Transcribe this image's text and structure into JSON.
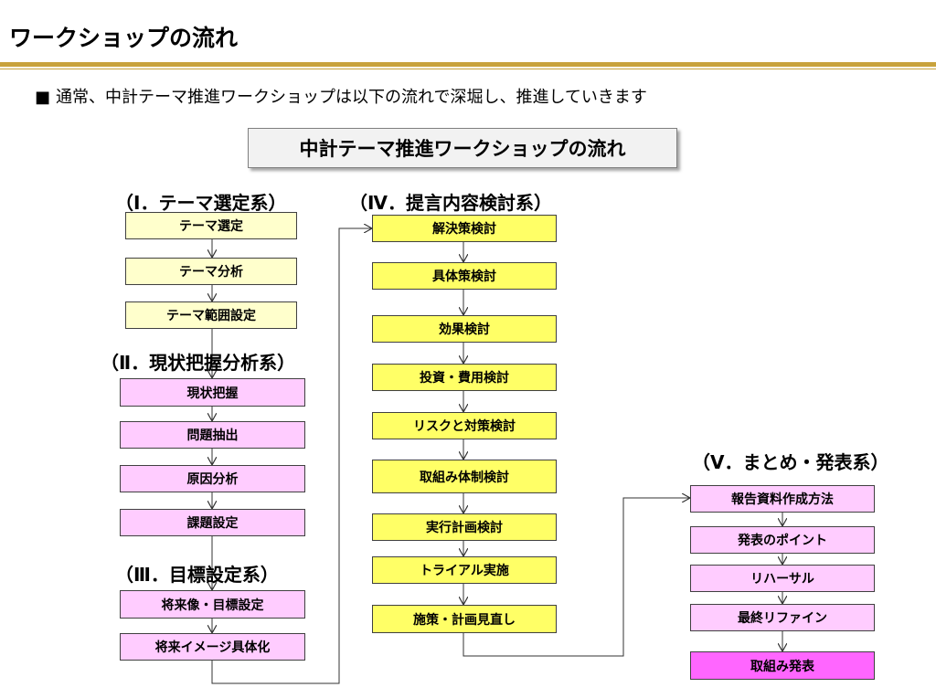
{
  "header": {
    "title": "ワークショップの流れ",
    "bullet": "■",
    "intro": "通常、中計テーマ推進ワークショップは以下の流れで深堀し、推進していきます"
  },
  "diagram": {
    "main_title": "中計テーマ推進ワークショップの流れ",
    "sections": [
      {
        "label": "（Ⅰ．テーマ選定系）",
        "steps": [
          "テーマ選定",
          "テーマ分析",
          "テーマ範囲設定"
        ]
      },
      {
        "label": "（Ⅱ．現状把握分析系）",
        "steps": [
          "現状把握",
          "問題抽出",
          "原因分析",
          "課題設定"
        ]
      },
      {
        "label": "（Ⅲ．目標設定系）",
        "steps": [
          "将来像・目標設定",
          "将来イメージ具体化"
        ]
      },
      {
        "label": "（Ⅳ．提言内容検討系）",
        "steps": [
          "解決策検討",
          "具体策検討",
          "効果検討",
          "投資・費用検討",
          "リスクと対策検討",
          "取組み体制検討",
          "実行計画検討",
          "トライアル実施",
          "施策・計画見直し"
        ]
      },
      {
        "label": "（Ⅴ．まとめ・発表系）",
        "steps": [
          "報告資料作成方法",
          "発表のポイント",
          "リハーサル",
          "最終リファイン",
          "取組み発表"
        ]
      }
    ],
    "colors": {
      "section1": "#ffffcc",
      "section2": "#ffccff",
      "section3": "#ffccff",
      "section4": "#ffff66",
      "section5": "#ffccff",
      "final": "#ff66ff",
      "rule": "#c8a23c"
    }
  }
}
